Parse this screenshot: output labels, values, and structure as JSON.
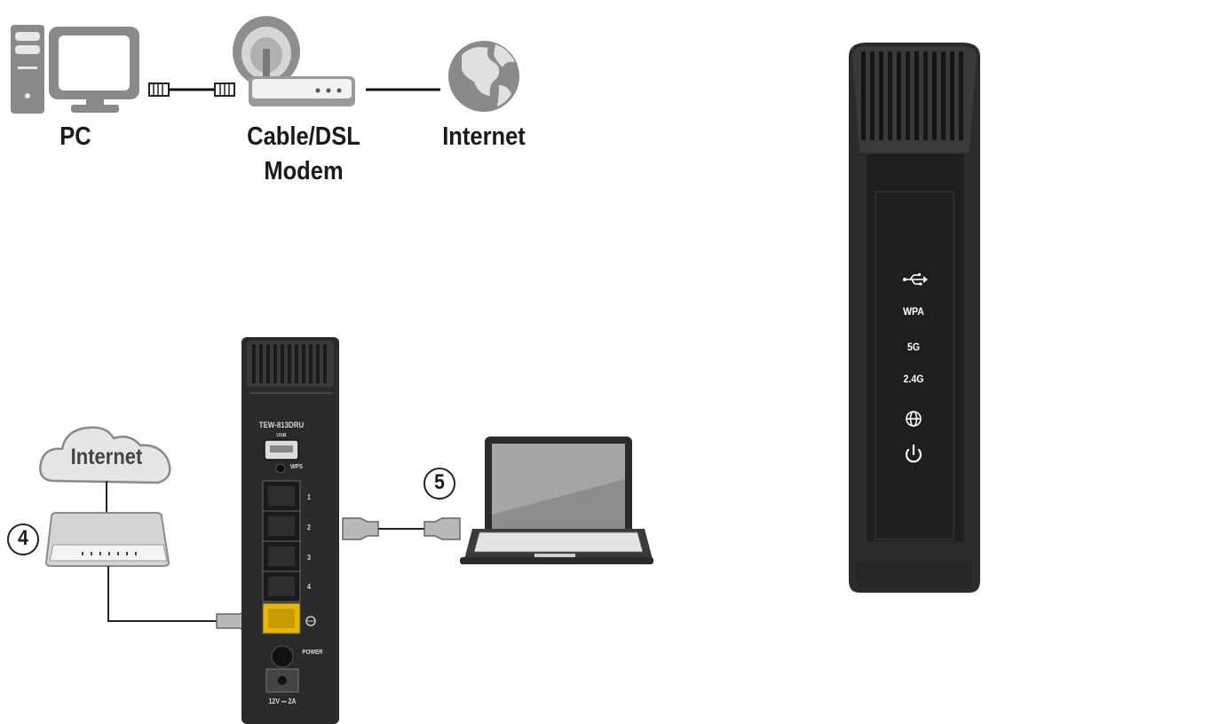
{
  "top_diagram": {
    "pc_label": "PC",
    "modem_label_line1": "Cable/DSL",
    "modem_label_line2": "Modem",
    "internet_label": "Internet"
  },
  "setup_diagram": {
    "cloud_label": "Internet",
    "step_modem": "4",
    "step_laptop": "5",
    "router_model": "TEW-813DRU",
    "usb_label": "USB",
    "wps_label": "WPS",
    "lan_ports": [
      "1",
      "2",
      "3",
      "4"
    ],
    "power_label": "POWER",
    "power_rating": "12V ⎓ 2A"
  },
  "front_panel": {
    "leds": [
      "WPA",
      "5G",
      "2.4G"
    ]
  }
}
